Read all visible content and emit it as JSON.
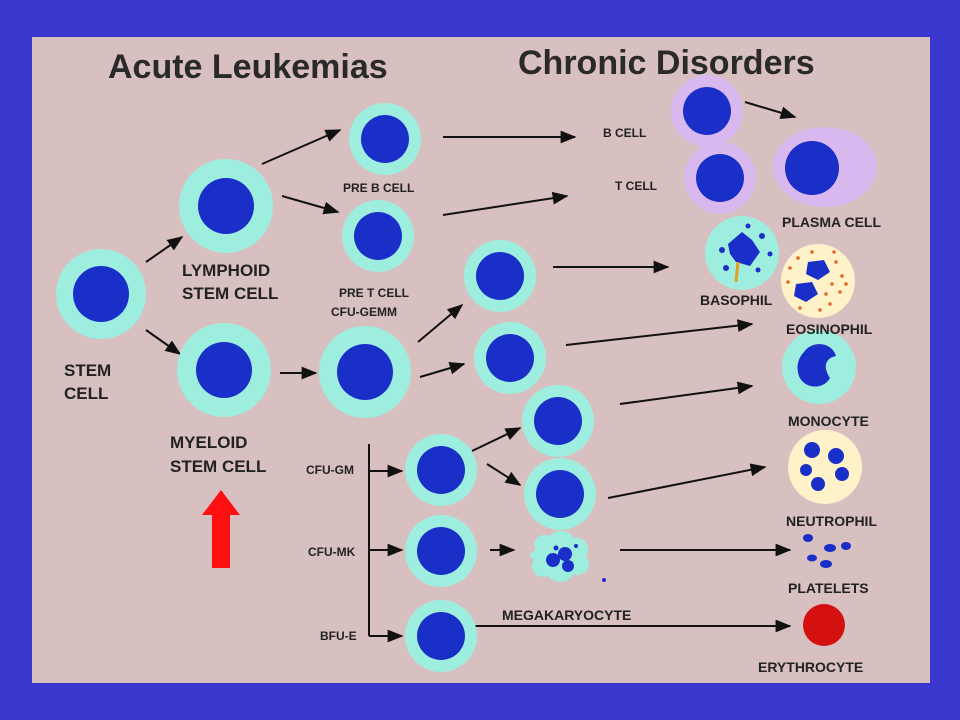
{
  "headings": {
    "acute": "Acute Leukemias",
    "chronic": "Chronic Disorders"
  },
  "labels": {
    "stem_line1": "STEM",
    "stem_line2": "CELL",
    "lymphoid_line1": "LYMPHOID",
    "lymphoid_line2": "STEM CELL",
    "myeloid_line1": "MYELOID",
    "myeloid_line2": "STEM CELL",
    "pre_b": "PRE B CELL",
    "pre_t": "PRE T CELL",
    "cfu_gemm": "CFU-GEMM",
    "b_cell": "B CELL",
    "t_cell": "T CELL",
    "plasma": "PLASMA CELL",
    "basophil": "BASOPHIL",
    "eosinophil": "EOSINOPHIL",
    "monocyte": "MONOCYTE",
    "neutrophil": "NEUTROPHIL",
    "platelets": "PLATELETS",
    "erythrocyte": "ERYTHROCYTE",
    "megakaryocyte": "MEGAKARYOCYTE",
    "cfu_gm": "CFU-GM",
    "cfu_mk": "CFU-MK",
    "bfu_e": "BFU-E"
  },
  "colors": {
    "frame": "#3a37cf",
    "panel": "#d8c0c0",
    "cytoplasm": "#9eeee0",
    "nucleus": "#1a2fc8",
    "lymph_cytoplasm": "#d9b8f0",
    "eos_cytoplasm": "#fff2c8",
    "erythrocyte": "#d41010",
    "pointer_arrow": "#ff1010"
  }
}
